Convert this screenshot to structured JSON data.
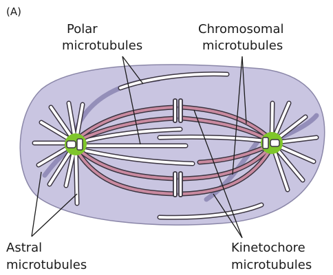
{
  "figure": {
    "panel_label": "(A)",
    "labels": {
      "polar_line1": "Polar",
      "polar_line2": "microtubules",
      "chromosomal_line1": "Chromosomal",
      "chromosomal_line2": "microtubules",
      "astral_line1": "Astral",
      "astral_line2": "microtubules",
      "kinetochore_line1": "Kinetochore",
      "kinetochore_line2": "microtubules"
    },
    "colors": {
      "cell_fill": "#c9c5e1",
      "cell_outline": "#8a86a8",
      "centrosome": "#7fc62b",
      "microtubule_fill": "#ffffff",
      "microtubule_outline": "#3a3440",
      "kinetochore_tint": "#c98aa0",
      "shadow_tube": "#8e88b5"
    }
  }
}
